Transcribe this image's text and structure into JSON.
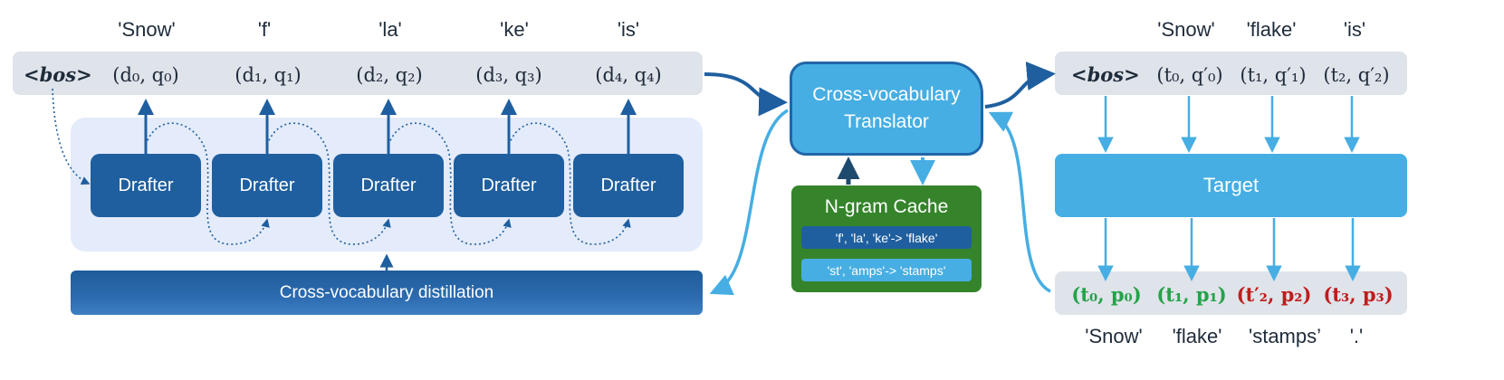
{
  "drafter_side": {
    "words": [
      "'Snow'",
      "'f'",
      "'la'",
      "'ke'",
      "'is'"
    ],
    "bos": "<bos>",
    "pairs": [
      "(d₀, q₀)",
      "(d₁, q₁)",
      "(d₂, q₂)",
      "(d₃, q₃)",
      "(d₄, q₄)"
    ],
    "drafter_label": "Drafter",
    "distillation_label": "Cross-vocabulary distillation"
  },
  "translator": {
    "label": "Cross-vocabulary Translator"
  },
  "cache": {
    "title": "N-gram Cache",
    "entries": [
      "'f', 'la', 'ke'-> 'flake'",
      "'st', 'amps'-> 'stamps'"
    ],
    "entry_colors": [
      "#1f5f9f",
      "#46aee3"
    ]
  },
  "target_side": {
    "words": [
      "'Snow'",
      "'flake'",
      "'is'"
    ],
    "bos": "<bos>",
    "pairs": [
      "(t₀, q′₀)",
      "(t₁, q′₁)",
      "(t₂, q′₂)"
    ],
    "target_label": "Target",
    "outputs": [
      {
        "text": "(t₀, p₀)",
        "color": "#22a348"
      },
      {
        "text": "(t₁, p₁)",
        "color": "#22a348"
      },
      {
        "text": "(t′₂, p₂)",
        "color": "#c01c1c"
      },
      {
        "text": "(t₃, p₃)",
        "color": "#c01c1c"
      }
    ],
    "output_words": [
      "'Snow'",
      "'flake'",
      "'stamps’",
      "'.'"
    ]
  },
  "colors": {
    "dark_blue": "#1f5f9f",
    "light_blue": "#46aee3",
    "green": "#35842b",
    "accept": "#22a348",
    "reject": "#c01c1c"
  }
}
